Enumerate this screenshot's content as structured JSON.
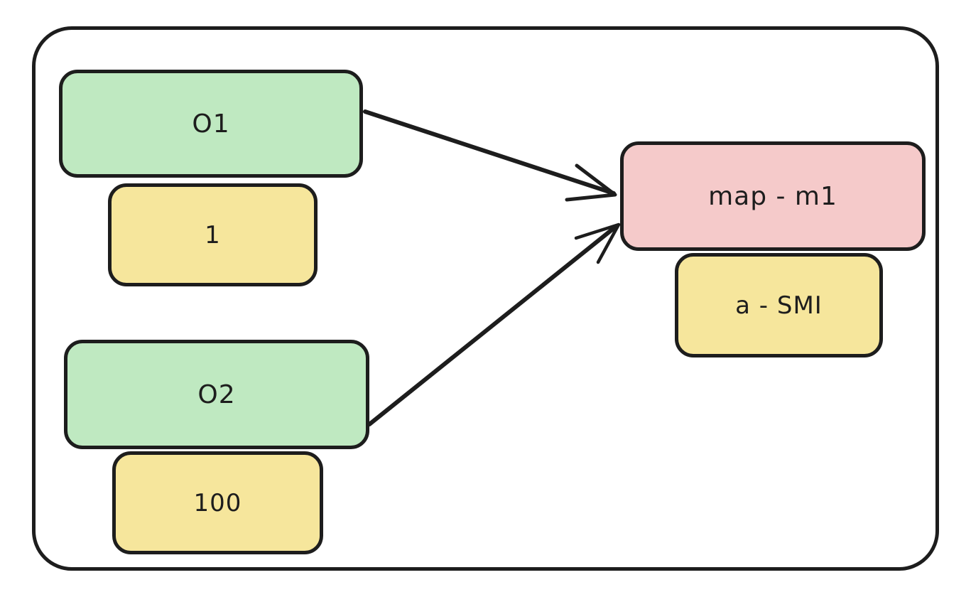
{
  "diagram": {
    "type": "hand-drawn flow diagram",
    "nodes": {
      "o1": {
        "label": "O1",
        "fill": "#bfe9c1",
        "role": "source object"
      },
      "o1_value": {
        "label": "1",
        "fill": "#f6e69c",
        "role": "value tag of O1"
      },
      "o2": {
        "label": "O2",
        "fill": "#bfe9c1",
        "role": "source object"
      },
      "o2_value": {
        "label": "100",
        "fill": "#f6e69c",
        "role": "value tag of O2"
      },
      "map": {
        "label": "map - m1",
        "fill": "#f5caca",
        "role": "target map"
      },
      "map_value": {
        "label": "a - SMI",
        "fill": "#f6e69c",
        "role": "value tag of map"
      }
    },
    "edges": [
      {
        "from": "O1",
        "to": "map - m1"
      },
      {
        "from": "O2",
        "to": "map - m1"
      }
    ],
    "colors": {
      "stroke": "#1d1d1d",
      "green": "#bfe9c1",
      "yellow": "#f6e69c",
      "red": "#f5caca",
      "background": "#ffffff"
    }
  }
}
